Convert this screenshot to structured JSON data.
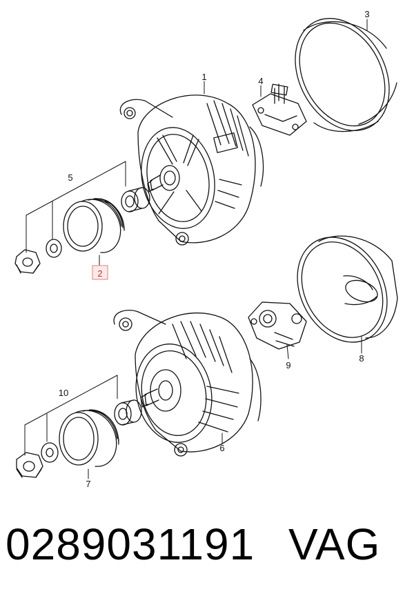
{
  "callouts": {
    "c1": "1",
    "c2": "2",
    "c3": "3",
    "c4": "4",
    "c5": "5",
    "c6": "6",
    "c7": "7",
    "c8": "8",
    "c9": "9",
    "c10": "10"
  },
  "highlight_color": "#e08080",
  "caption": {
    "part_number": "0289031191",
    "brand": "VAG"
  }
}
